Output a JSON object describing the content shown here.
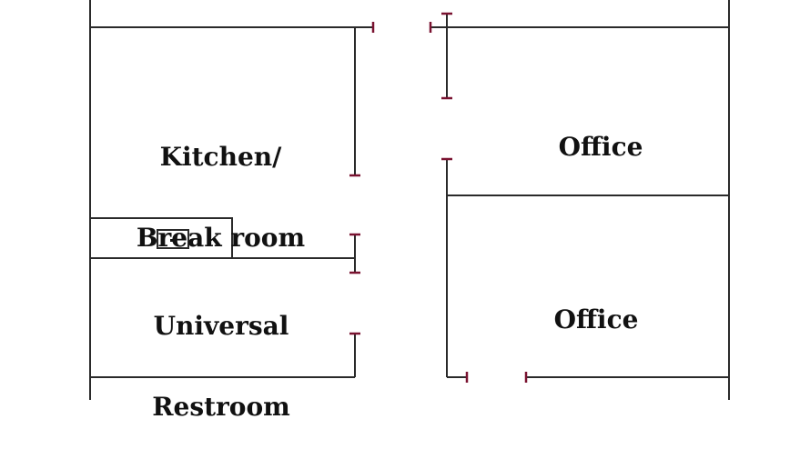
{
  "floor_plan": {
    "colors": {
      "wall": "#2a2a2a",
      "door_marker": "#7a1230",
      "background": "#ffffff"
    },
    "rooms": {
      "kitchen": {
        "line1": "Kitchen/",
        "line2": "Break room"
      },
      "restroom": {
        "line1": "Universal",
        "line2": "Restroom"
      },
      "office_top": {
        "label": "Office"
      },
      "office_bottom": {
        "label": "Office"
      }
    },
    "fixtures": {
      "sink": {
        "icon": "sink-icon"
      }
    }
  }
}
